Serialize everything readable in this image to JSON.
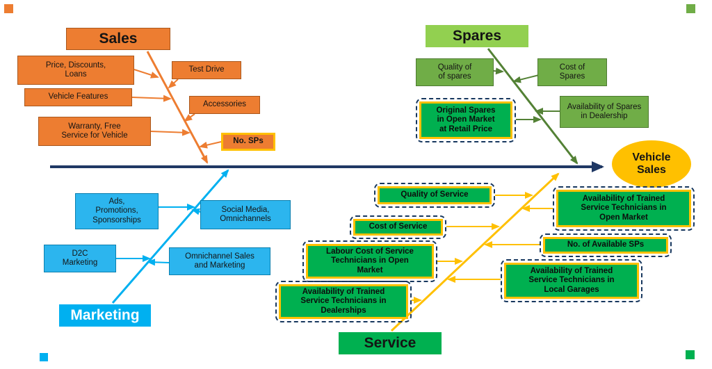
{
  "effect": {
    "label": "Vehicle\nSales"
  },
  "sales": {
    "label": "Sales",
    "items": {
      "price": "Price, Discounts,\nLoans",
      "test_drive": "Test Drive",
      "features": "Vehicle Features",
      "accessories": "Accessories",
      "warranty": "Warranty, Free\nService for Vehicle",
      "no_sps": "No. SPs"
    }
  },
  "spares": {
    "label": "Spares",
    "items": {
      "quality": "Quality of\nof spares",
      "cost": "Cost of\nSpares",
      "original": "Original Spares\nin Open Market\nat Retail Price",
      "availability": "Availability of Spares\nin Dealership"
    }
  },
  "marketing": {
    "label": "Marketing",
    "items": {
      "ads": "Ads,\nPromotions,\nSponsorships",
      "social": "Social Media,\nOmnichannels",
      "d2c": "D2C\nMarketing",
      "omnichannel": "Omnichannel Sales\nand Marketing"
    }
  },
  "service": {
    "label": "Service",
    "items": {
      "quality": "Quality of Service",
      "cost": "Cost of Service",
      "labour": "Labour Cost of Service\nTechnicians in Open\nMarket",
      "avail_dealerships": "Availability of Trained\nService Technicians in\nDealerships",
      "avail_open_market": "Availability of Trained\nService Technicians in\nOpen Market",
      "no_available_sps": "No. of Available SPs",
      "avail_local_garages": "Availability of Trained\nService Technicians in\nLocal Garages"
    }
  },
  "colors": {
    "spine": "#1F3864",
    "sales_orange": "#ED7D31",
    "spares_header_green": "#92D050",
    "spares_item_green": "#70AD47",
    "spares_line_green": "#538135",
    "marketing_blue": "#00B0F0",
    "service_green": "#00B050",
    "highlight_yellow": "#FFC000",
    "effect_fill": "#FFC000",
    "dashed_outline_navy": "#17375E"
  }
}
